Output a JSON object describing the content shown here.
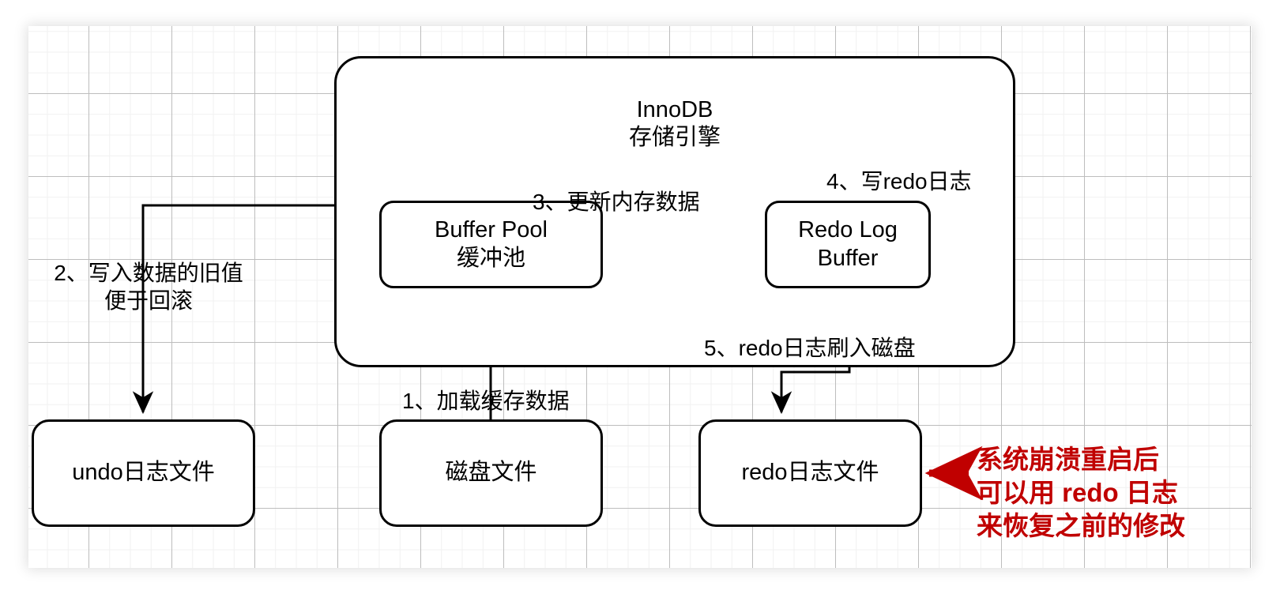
{
  "diagram": {
    "title_lines": [
      "InnoDB",
      "存储引擎"
    ],
    "nodes": {
      "engine": {
        "line1": "InnoDB",
        "line2": "存储引擎"
      },
      "buffer_pool": {
        "line1": "Buffer Pool",
        "line2": "缓冲池"
      },
      "redo_log_buffer": {
        "line1": "Redo Log",
        "line2": "Buffer"
      },
      "undo_file": {
        "line1": "undo日志文件"
      },
      "disk_file": {
        "line1": "磁盘文件"
      },
      "redo_file": {
        "line1": "redo日志文件"
      }
    },
    "step_labels": {
      "step1": "1、加载缓存数据",
      "step2_line1": "2、写入数据的旧值",
      "step2_line2": "便于回滚",
      "step3": "3、更新内存数据",
      "step4": "4、写redo日志",
      "step5": "5、redo日志刷入磁盘"
    },
    "annotation": {
      "line1": "系统崩溃重启后",
      "line2": "可以用 redo 日志",
      "line3": "来恢复之前的修改",
      "color": "#c00000"
    },
    "colors": {
      "stroke": "#000000",
      "fill": "#ffffff",
      "grid_minor": "#f1f1f1",
      "grid_major": "#bdbdbd",
      "annotation": "#c00000"
    }
  }
}
